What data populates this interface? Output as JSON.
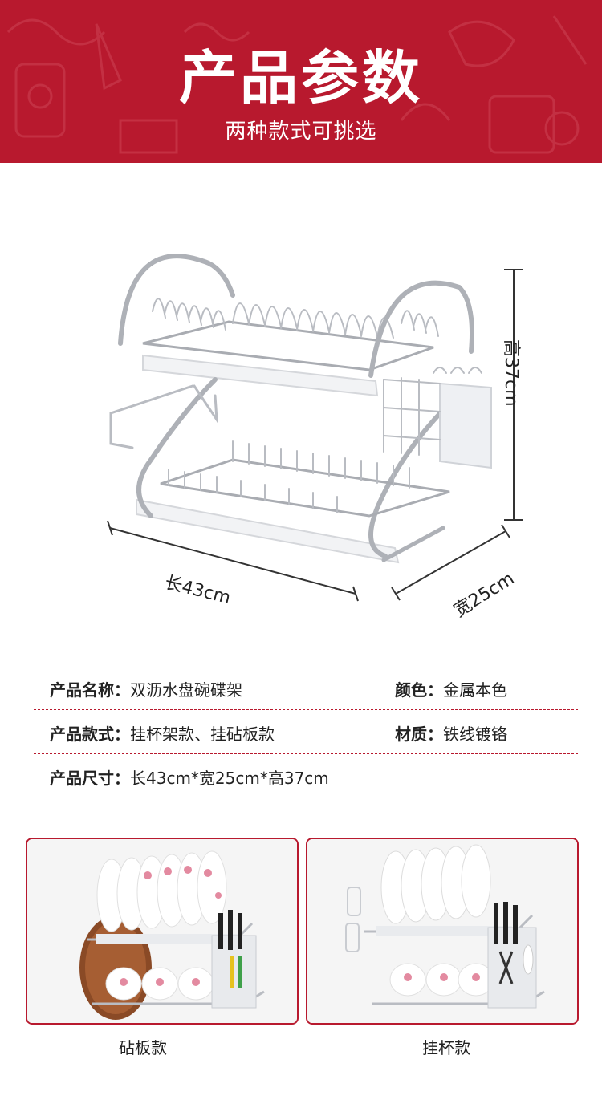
{
  "header": {
    "title": "产品参数",
    "subtitle": "两种款式可挑选"
  },
  "dimensions": {
    "length": "长43cm",
    "width": "宽25cm",
    "height": "高37cm"
  },
  "specs": {
    "rows": [
      {
        "left_key": "产品名称：",
        "left_value": "双沥水盘碗碟架",
        "right_key": "颜色：",
        "right_value": "金属本色"
      },
      {
        "left_key": "产品款式：",
        "left_value": "挂杯架款、挂砧板款",
        "right_key": "材质：",
        "right_value": "铁线镀铬"
      },
      {
        "left_key": "产品尺寸：",
        "left_value": "长43cm*宽25cm*高37cm",
        "right_key": "",
        "right_value": ""
      }
    ]
  },
  "variants": [
    {
      "caption": "砧板款"
    },
    {
      "caption": "挂杯款"
    }
  ],
  "colors": {
    "brand_red": "#b8192e",
    "chrome": "#b9bcc2",
    "tray_white": "#f2f3f5"
  }
}
